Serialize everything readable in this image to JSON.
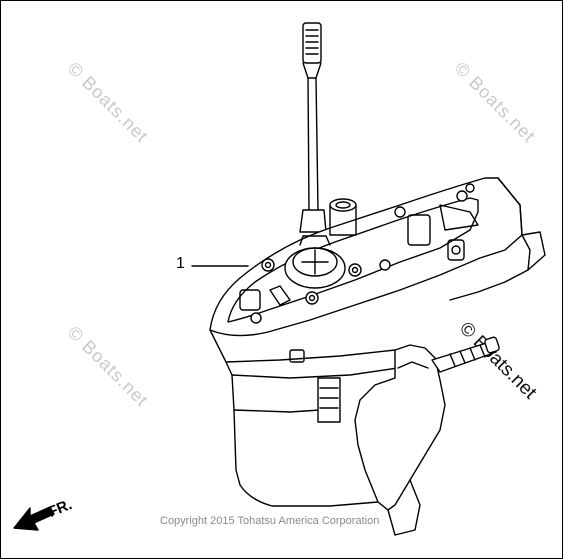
{
  "diagram": {
    "callout_label": "1",
    "direction_label": "FR.",
    "copyright": "Copyright 2015 Tohatsu America Corporation"
  },
  "watermarks": {
    "faint": "© Boats.net",
    "dark": "© Boats.net"
  },
  "colors": {
    "line": "#000000",
    "watermark": "#c9c9c9",
    "copyright": "#8a8a8a"
  },
  "icons": [
    "forward-arrow-icon"
  ]
}
